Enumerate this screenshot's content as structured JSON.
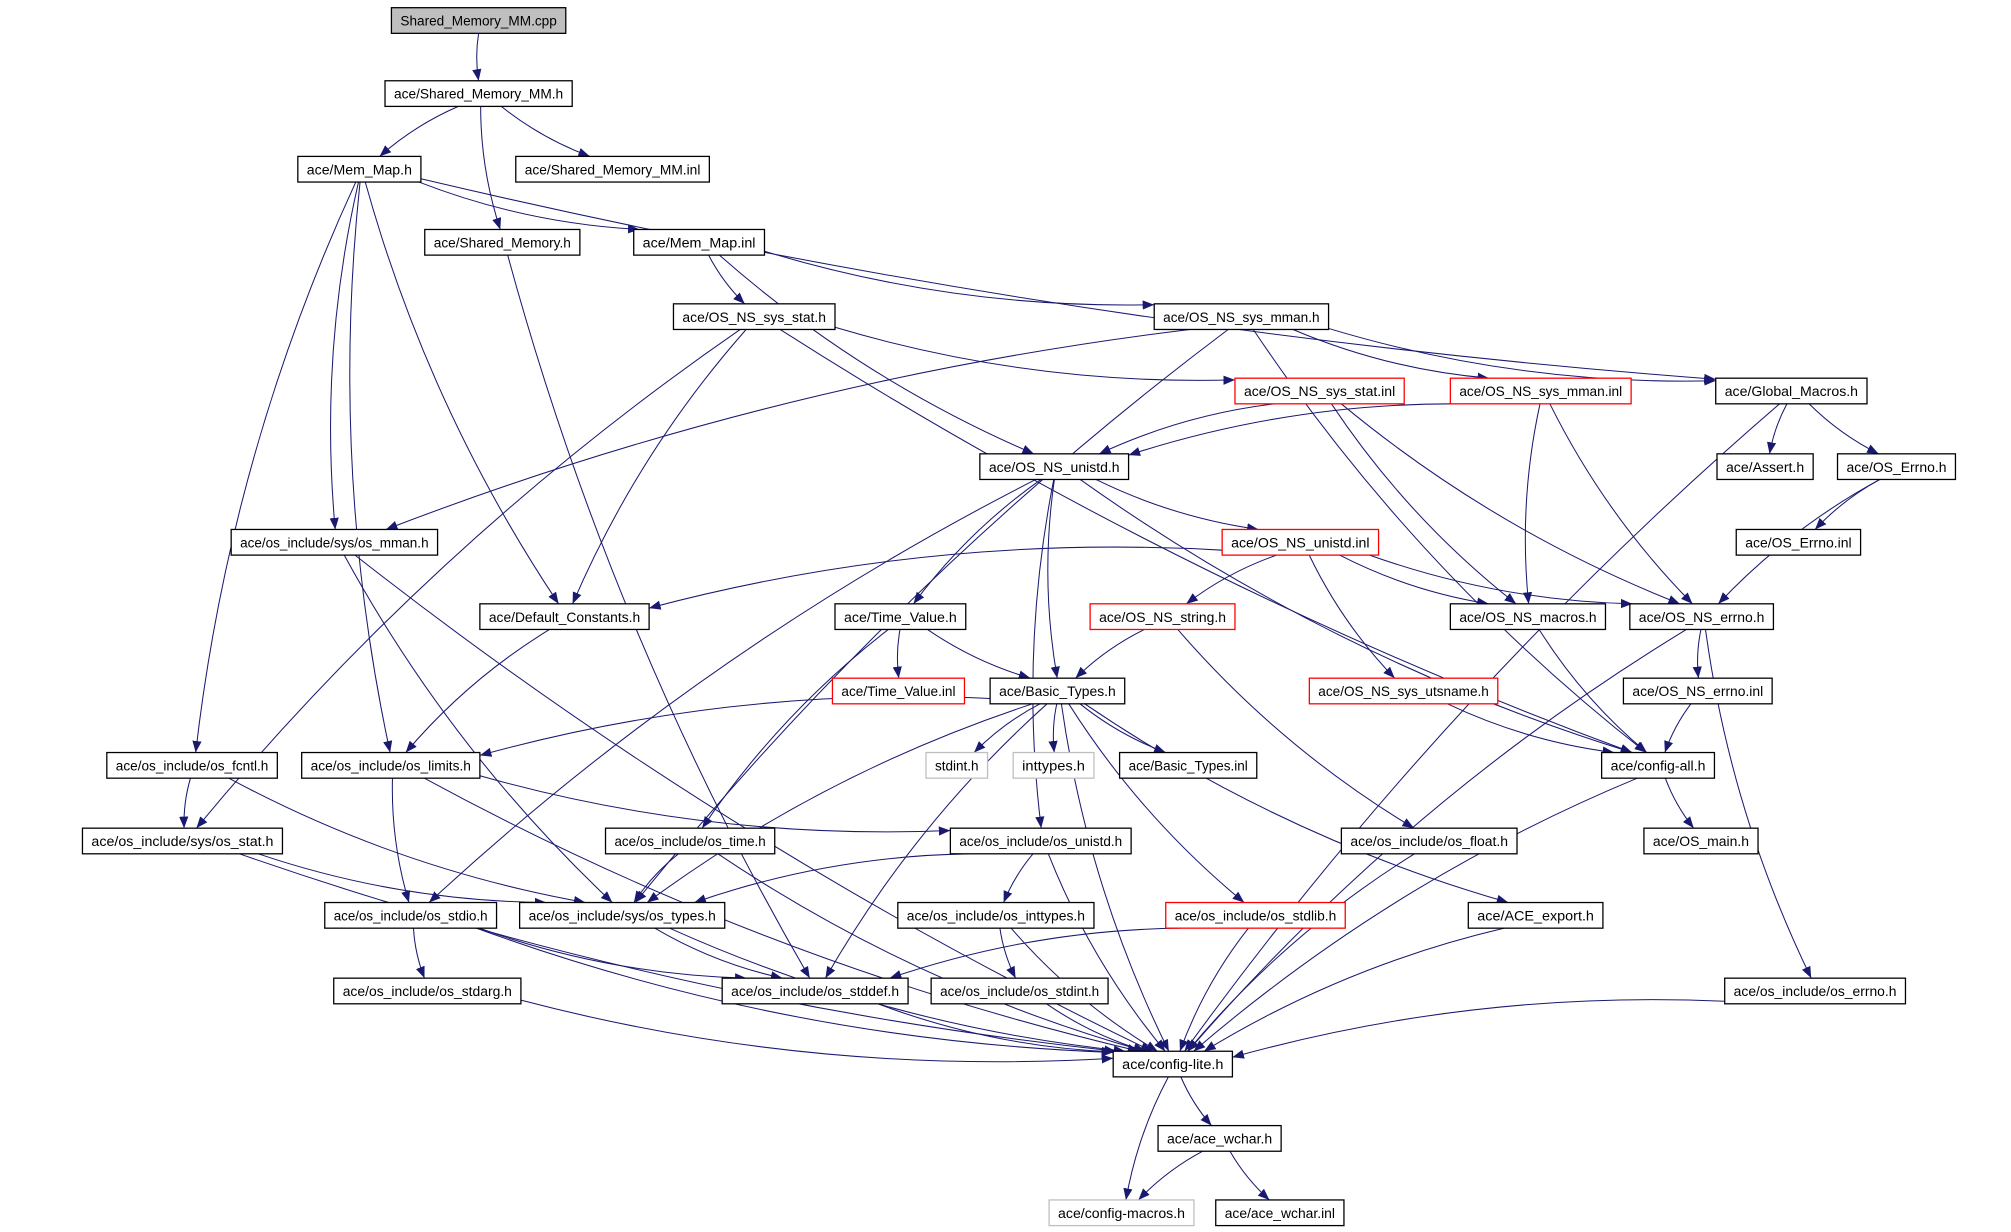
{
  "title": "Shared_Memory_MM.cpp include dependency graph",
  "colors": {
    "edge": "#191970",
    "missing_border": "#ff0000",
    "external_border": "#bfbfbf",
    "root_fill": "#bfbfbf"
  },
  "nodes": [
    {
      "id": "cpp",
      "label": "Shared_Memory_MM.cpp",
      "style": "root"
    },
    {
      "id": "smmh",
      "label": "ace/Shared_Memory_MM.h",
      "style": "normal"
    },
    {
      "id": "memmaph",
      "label": "ace/Mem_Map.h",
      "style": "normal"
    },
    {
      "id": "smminl",
      "label": "ace/Shared_Memory_MM.inl",
      "style": "normal"
    },
    {
      "id": "shmh",
      "label": "ace/Shared_Memory.h",
      "style": "normal"
    },
    {
      "id": "memmapinl",
      "label": "ace/Mem_Map.inl",
      "style": "normal"
    },
    {
      "id": "sysstath",
      "label": "ace/OS_NS_sys_stat.h",
      "style": "normal"
    },
    {
      "id": "sysmmanh",
      "label": "ace/OS_NS_sys_mman.h",
      "style": "normal"
    },
    {
      "id": "sysstatinl",
      "label": "ace/OS_NS_sys_stat.inl",
      "style": "red"
    },
    {
      "id": "sysmmaninl",
      "label": "ace/OS_NS_sys_mman.inl",
      "style": "red"
    },
    {
      "id": "globalmacros",
      "label": "ace/Global_Macros.h",
      "style": "normal"
    },
    {
      "id": "unistdh",
      "label": "ace/OS_NS_unistd.h",
      "style": "normal"
    },
    {
      "id": "asserth",
      "label": "ace/Assert.h",
      "style": "normal"
    },
    {
      "id": "oserrnoh",
      "label": "ace/OS_Errno.h",
      "style": "normal"
    },
    {
      "id": "osmman",
      "label": "ace/os_include/sys/os_mman.h",
      "style": "normal"
    },
    {
      "id": "unistdinl",
      "label": "ace/OS_NS_unistd.inl",
      "style": "red"
    },
    {
      "id": "oserrnoinl",
      "label": "ace/OS_Errno.inl",
      "style": "normal"
    },
    {
      "id": "defconst",
      "label": "ace/Default_Constants.h",
      "style": "normal"
    },
    {
      "id": "timevalueh",
      "label": "ace/Time_Value.h",
      "style": "normal"
    },
    {
      "id": "stringh",
      "label": "ace/OS_NS_string.h",
      "style": "red"
    },
    {
      "id": "macrosh",
      "label": "ace/OS_NS_macros.h",
      "style": "normal"
    },
    {
      "id": "nserrnoh",
      "label": "ace/OS_NS_errno.h",
      "style": "normal"
    },
    {
      "id": "timevalueinl",
      "label": "ace/Time_Value.inl",
      "style": "red"
    },
    {
      "id": "basictypesh",
      "label": "ace/Basic_Types.h",
      "style": "normal"
    },
    {
      "id": "utsnameh",
      "label": "ace/OS_NS_sys_utsname.h",
      "style": "red"
    },
    {
      "id": "nserrnoinl",
      "label": "ace/OS_NS_errno.inl",
      "style": "normal"
    },
    {
      "id": "osfcntl",
      "label": "ace/os_include/os_fcntl.h",
      "style": "normal"
    },
    {
      "id": "oslimits",
      "label": "ace/os_include/os_limits.h",
      "style": "normal"
    },
    {
      "id": "stdinth",
      "label": "stdint.h",
      "style": "gray"
    },
    {
      "id": "inttypesh",
      "label": "inttypes.h",
      "style": "gray"
    },
    {
      "id": "basictypesinl",
      "label": "ace/Basic_Types.inl",
      "style": "normal"
    },
    {
      "id": "configall",
      "label": "ace/config-all.h",
      "style": "normal"
    },
    {
      "id": "osstat",
      "label": "ace/os_include/sys/os_stat.h",
      "style": "normal"
    },
    {
      "id": "ostime",
      "label": "ace/os_include/os_time.h",
      "style": "normal"
    },
    {
      "id": "osunistd",
      "label": "ace/os_include/os_unistd.h",
      "style": "normal"
    },
    {
      "id": "osfloat",
      "label": "ace/os_include/os_float.h",
      "style": "normal"
    },
    {
      "id": "osmain",
      "label": "ace/OS_main.h",
      "style": "normal"
    },
    {
      "id": "osstdio",
      "label": "ace/os_include/os_stdio.h",
      "style": "normal"
    },
    {
      "id": "ostypes",
      "label": "ace/os_include/sys/os_types.h",
      "style": "normal"
    },
    {
      "id": "osinttypes",
      "label": "ace/os_include/os_inttypes.h",
      "style": "normal"
    },
    {
      "id": "osstdlib",
      "label": "ace/os_include/os_stdlib.h",
      "style": "red"
    },
    {
      "id": "aceexport",
      "label": "ace/ACE_export.h",
      "style": "normal"
    },
    {
      "id": "osstdarg",
      "label": "ace/os_include/os_stdarg.h",
      "style": "normal"
    },
    {
      "id": "osstddef",
      "label": "ace/os_include/os_stddef.h",
      "style": "normal"
    },
    {
      "id": "osstdint",
      "label": "ace/os_include/os_stdint.h",
      "style": "normal"
    },
    {
      "id": "oserrno",
      "label": "ace/os_include/os_errno.h",
      "style": "normal"
    },
    {
      "id": "configlite",
      "label": "ace/config-lite.h",
      "style": "normal"
    },
    {
      "id": "acewcharh",
      "label": "ace/ace_wchar.h",
      "style": "normal"
    },
    {
      "id": "configmacros",
      "label": "ace/config-macros.h",
      "style": "gray"
    },
    {
      "id": "acewcharinl",
      "label": "ace/ace_wchar.inl",
      "style": "normal"
    }
  ],
  "edges": [
    [
      "cpp",
      "smmh"
    ],
    [
      "smmh",
      "memmaph"
    ],
    [
      "smmh",
      "shmh"
    ],
    [
      "smmh",
      "smminl"
    ],
    [
      "memmaph",
      "memmapinl"
    ],
    [
      "memmaph",
      "globalmacros"
    ],
    [
      "memmaph",
      "oslimits"
    ],
    [
      "memmaph",
      "osfcntl"
    ],
    [
      "memmaph",
      "osmman"
    ],
    [
      "memmaph",
      "defconst"
    ],
    [
      "shmh",
      "osstddef"
    ],
    [
      "memmapinl",
      "sysstath"
    ],
    [
      "memmapinl",
      "sysmmanh"
    ],
    [
      "memmapinl",
      "unistdh"
    ],
    [
      "sysstath",
      "osstat"
    ],
    [
      "sysstath",
      "defconst"
    ],
    [
      "sysstath",
      "sysstatinl"
    ],
    [
      "sysstath",
      "configall"
    ],
    [
      "sysmmanh",
      "osmman"
    ],
    [
      "sysmmanh",
      "ostypes"
    ],
    [
      "sysmmanh",
      "sysmmaninl"
    ],
    [
      "sysmmanh",
      "globalmacros"
    ],
    [
      "sysmmanh",
      "configall"
    ],
    [
      "sysstatinl",
      "unistdh"
    ],
    [
      "sysstatinl",
      "macrosh"
    ],
    [
      "sysstatinl",
      "nserrnoh"
    ],
    [
      "sysmmaninl",
      "unistdh"
    ],
    [
      "sysmmaninl",
      "macrosh"
    ],
    [
      "sysmmaninl",
      "nserrnoh"
    ],
    [
      "globalmacros",
      "asserth"
    ],
    [
      "globalmacros",
      "oserrnoh"
    ],
    [
      "globalmacros",
      "configlite"
    ],
    [
      "oserrnoh",
      "oserrnoinl"
    ],
    [
      "oserrnoh",
      "nserrnoh"
    ],
    [
      "unistdh",
      "timevalueh"
    ],
    [
      "unistdh",
      "basictypesh"
    ],
    [
      "unistdh",
      "unistdinl"
    ],
    [
      "unistdh",
      "osunistd"
    ],
    [
      "unistdh",
      "osstdio"
    ],
    [
      "unistdh",
      "configall"
    ],
    [
      "osmman",
      "ostypes"
    ],
    [
      "osmman",
      "configlite"
    ],
    [
      "unistdinl",
      "defconst"
    ],
    [
      "unistdinl",
      "stringh"
    ],
    [
      "unistdinl",
      "macrosh"
    ],
    [
      "unistdinl",
      "nserrnoh"
    ],
    [
      "unistdinl",
      "utsnameh"
    ],
    [
      "defconst",
      "oslimits"
    ],
    [
      "timevalueh",
      "timevalueinl"
    ],
    [
      "timevalueh",
      "basictypesh"
    ],
    [
      "timevalueh",
      "ostime"
    ],
    [
      "stringh",
      "basictypesh"
    ],
    [
      "stringh",
      "osfloat"
    ],
    [
      "macrosh",
      "configall"
    ],
    [
      "nserrnoh",
      "nserrnoinl"
    ],
    [
      "nserrnoh",
      "oserrno"
    ],
    [
      "nserrnoh",
      "configlite"
    ],
    [
      "utsnameh",
      "configall"
    ],
    [
      "nserrnoinl",
      "configall"
    ],
    [
      "basictypesh",
      "oslimits"
    ],
    [
      "basictypesh",
      "stdinth"
    ],
    [
      "basictypesh",
      "inttypesh"
    ],
    [
      "basictypesh",
      "basictypesinl"
    ],
    [
      "basictypesh",
      "ostypes"
    ],
    [
      "basictypesh",
      "osstddef"
    ],
    [
      "basictypesh",
      "configlite"
    ],
    [
      "basictypesh",
      "osstdlib"
    ],
    [
      "basictypesh",
      "aceexport"
    ],
    [
      "configall",
      "osmain"
    ],
    [
      "configall",
      "configlite"
    ],
    [
      "osfcntl",
      "osstat"
    ],
    [
      "osfcntl",
      "ostypes"
    ],
    [
      "oslimits",
      "osstdio"
    ],
    [
      "oslimits",
      "osunistd"
    ],
    [
      "oslimits",
      "configlite"
    ],
    [
      "osstat",
      "ostypes"
    ],
    [
      "osstat",
      "configlite"
    ],
    [
      "ostime",
      "ostypes"
    ],
    [
      "ostime",
      "configlite"
    ],
    [
      "osunistd",
      "ostypes"
    ],
    [
      "osunistd",
      "osinttypes"
    ],
    [
      "osunistd",
      "configlite"
    ],
    [
      "osfloat",
      "configlite"
    ],
    [
      "osstdio",
      "osstdarg"
    ],
    [
      "osstdio",
      "osstddef"
    ],
    [
      "osstdio",
      "configlite"
    ],
    [
      "ostypes",
      "osstddef"
    ],
    [
      "ostypes",
      "configlite"
    ],
    [
      "osinttypes",
      "osstdint"
    ],
    [
      "osinttypes",
      "configlite"
    ],
    [
      "osstdlib",
      "osstddef"
    ],
    [
      "osstdlib",
      "configlite"
    ],
    [
      "aceexport",
      "configlite"
    ],
    [
      "osstdarg",
      "configlite"
    ],
    [
      "osstddef",
      "configlite"
    ],
    [
      "osstdint",
      "configlite"
    ],
    [
      "oserrno",
      "configlite"
    ],
    [
      "configlite",
      "acewcharh"
    ],
    [
      "configlite",
      "configmacros"
    ],
    [
      "acewcharh",
      "configmacros"
    ],
    [
      "acewcharh",
      "acewcharinl"
    ]
  ]
}
